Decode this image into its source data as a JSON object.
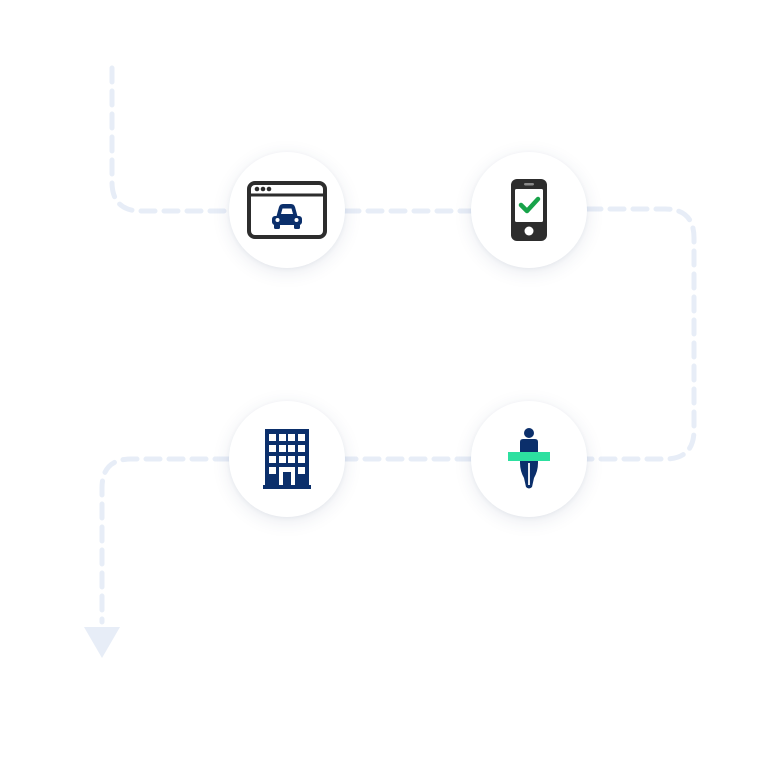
{
  "diagram": {
    "colors": {
      "path": "#e7edf7",
      "navy": "#0b2f6b",
      "dark": "#2d2d2d",
      "check": "#18a34a",
      "accent": "#2de0a0"
    },
    "steps": [
      {
        "id": "car",
        "icon": "browser-car-icon"
      },
      {
        "id": "phone",
        "icon": "phone-check-icon"
      },
      {
        "id": "person",
        "icon": "person-sash-icon"
      },
      {
        "id": "building",
        "icon": "office-building-icon"
      }
    ]
  }
}
